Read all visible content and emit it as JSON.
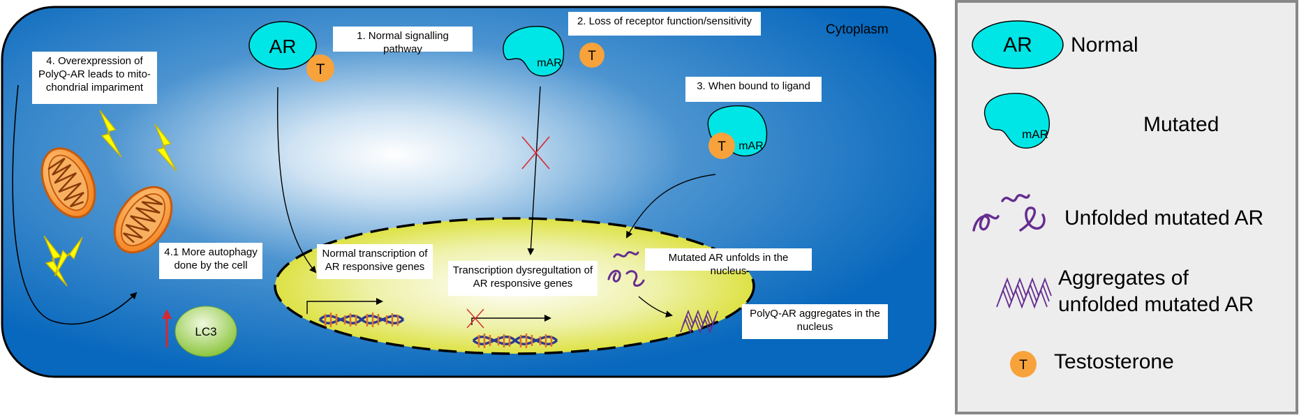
{
  "cell": {
    "compartment_label": "Cytoplasm"
  },
  "labels": {
    "step1": "1. Normal signalling pathway",
    "step2": "2. Loss of receptor function/sensitivity",
    "step3": "3.  When bound to ligand",
    "step4": "4. Overexpression of\nPolyQ-AR leads to mito-\nchondrial impariment",
    "step4_1": "4.1 More autophagy\ndone by the cell",
    "normal_transcription": "Normal transcription of\nAR responsive genes",
    "dysregulation": "Transcription dysregultation of\nAR responsive genes",
    "unfolds": "Mutated AR unfolds in the nucleus",
    "aggregates": "PolyQ-AR aggregates in the\nnucleus"
  },
  "glyphs": {
    "ar": "AR",
    "mar": "mAR",
    "t": "T",
    "lc3": "LC3"
  },
  "legend": {
    "items": [
      {
        "icon": "ar-icon",
        "label": "Normal"
      },
      {
        "icon": "mutated-ar-icon",
        "label": "Mutated"
      },
      {
        "icon": "unfolded-ar-icon",
        "label": "Unfolded mutated AR"
      },
      {
        "icon": "aggregate-icon",
        "label": "Aggregates of\nunfolded mutated AR"
      },
      {
        "icon": "testosterone-icon",
        "label": "Testosterone"
      }
    ]
  },
  "colors": {
    "cell_edge": "#0868bd",
    "cell_center": "#ffffff",
    "nucleus": "#d9de2b",
    "receptor": "#00e6e6",
    "testosterone": "#f7a23b",
    "lc3": "#8cc63f",
    "mitochondria": "#f58220",
    "bolt": "#ffff00",
    "unfolded": "#662d91",
    "legend_bg": "#ededed",
    "legend_border": "#888888"
  }
}
